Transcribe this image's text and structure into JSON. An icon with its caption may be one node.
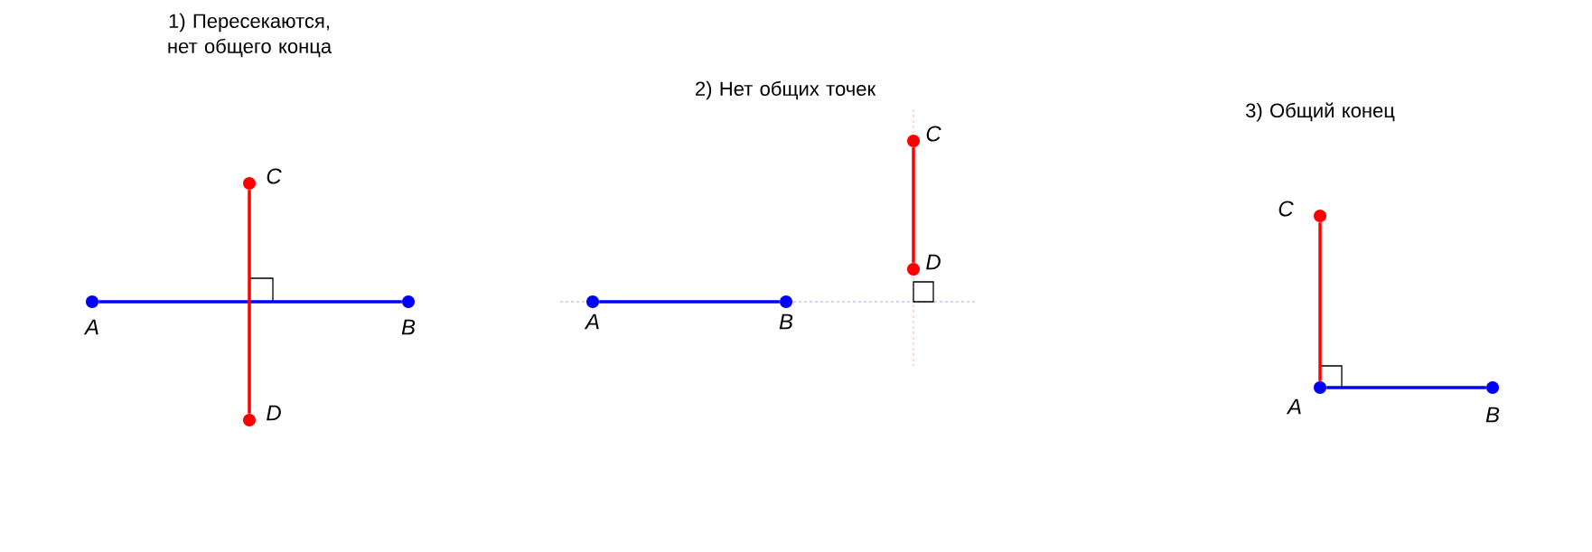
{
  "diagram": {
    "nodes": [
      {
        "text": [],
        "shape": "circle",
        "beside": [
          "A"
        ]
      },
      {
        "text": [],
        "shape": "circle",
        "beside": [
          "B"
        ]
      },
      {
        "text": [],
        "shape": "circle",
        "beside": [
          "C"
        ]
      },
      {
        "text": [],
        "shape": "circle",
        "beside": [
          "D"
        ]
      },
      {
        "text": [],
        "shape": "circle",
        "beside": [
          "A"
        ]
      },
      {
        "text": [],
        "shape": "circle",
        "beside": [
          "B"
        ]
      },
      {
        "text": [],
        "shape": "circle",
        "beside": [
          "C"
        ]
      },
      {
        "text": [],
        "shape": "circle",
        "beside": [
          "D"
        ]
      },
      {
        "text": [],
        "shape": "circle",
        "beside": [
          "C"
        ]
      },
      {
        "text": [],
        "shape": "circle",
        "beside": [
          "A"
        ]
      },
      {
        "text": [],
        "shape": "circle",
        "beside": [
          "B"
        ]
      }
    ],
    "edges": [
      {
        "from": 0,
        "to": 1,
        "arrow": "none",
        "color": "#0000ff"
      },
      {
        "from": 2,
        "to": 3,
        "arrow": "none",
        "color": "#ff0000"
      },
      {
        "from": 4,
        "to": 5,
        "arrow": "none",
        "color": "#0000ff"
      },
      {
        "from": 6,
        "to": 7,
        "arrow": "none",
        "color": "#ff0000"
      },
      {
        "from": 9,
        "to": 10,
        "arrow": "none",
        "color": "#0000ff"
      },
      {
        "from": 8,
        "to": 9,
        "arrow": "none",
        "color": "#ff0000"
      }
    ],
    "labels": [
      "1) Пересекаются, нет общего конца",
      "2) Нет общих точек",
      "3) Общий конец"
    ]
  }
}
